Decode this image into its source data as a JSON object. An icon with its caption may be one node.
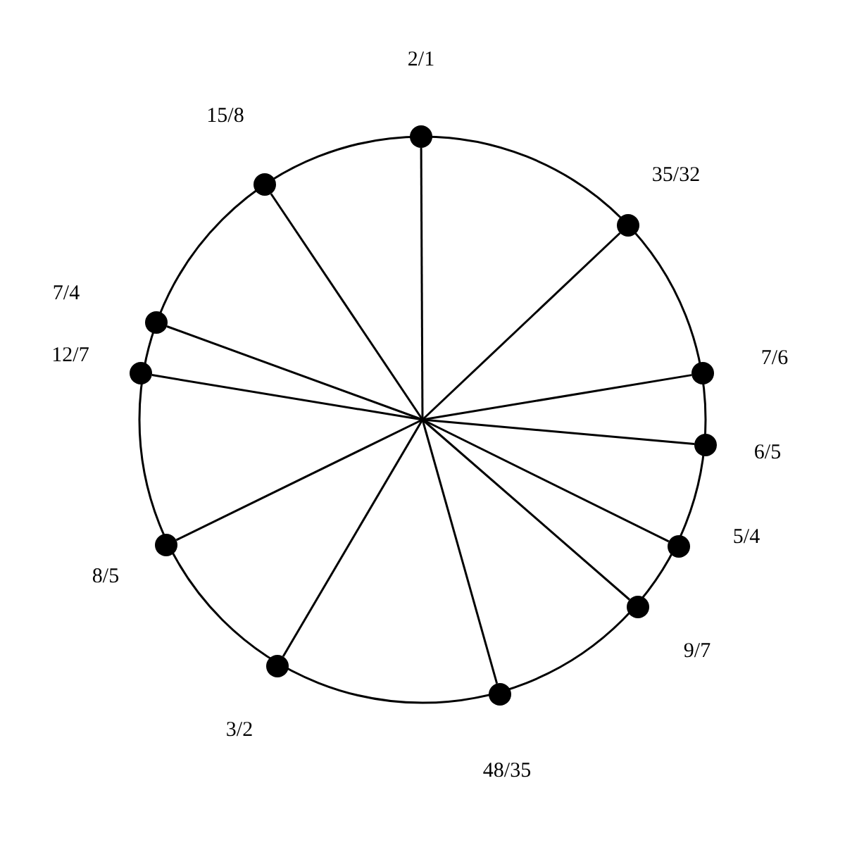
{
  "diagram": {
    "nodes": [
      {
        "text": [
          "2/1"
        ]
      },
      {
        "text": [
          "35/32"
        ]
      },
      {
        "text": [
          "7/6"
        ]
      },
      {
        "text": [
          "6/5"
        ]
      },
      {
        "text": [
          "5/4"
        ]
      },
      {
        "text": [
          "9/7"
        ]
      },
      {
        "text": [
          "48/35"
        ]
      },
      {
        "text": [
          "3/2"
        ]
      },
      {
        "text": [
          "8/5"
        ]
      },
      {
        "text": [
          "12/7"
        ]
      },
      {
        "text": [
          "7/4"
        ]
      },
      {
        "text": [
          "15/8"
        ]
      }
    ],
    "edges": [
      {
        "from": null,
        "to": 0,
        "arrow": "none"
      },
      {
        "from": null,
        "to": 1,
        "arrow": "none"
      },
      {
        "from": null,
        "to": 2,
        "arrow": "none"
      },
      {
        "from": null,
        "to": 3,
        "arrow": "none"
      },
      {
        "from": null,
        "to": 4,
        "arrow": "none"
      },
      {
        "from": null,
        "to": 5,
        "arrow": "none"
      },
      {
        "from": null,
        "to": 6,
        "arrow": "none"
      },
      {
        "from": null,
        "to": 7,
        "arrow": "none"
      },
      {
        "from": null,
        "to": 8,
        "arrow": "none"
      },
      {
        "from": null,
        "to": 9,
        "arrow": "none"
      },
      {
        "from": null,
        "to": 10,
        "arrow": "none"
      },
      {
        "from": null,
        "to": 11,
        "arrow": "none"
      }
    ]
  }
}
